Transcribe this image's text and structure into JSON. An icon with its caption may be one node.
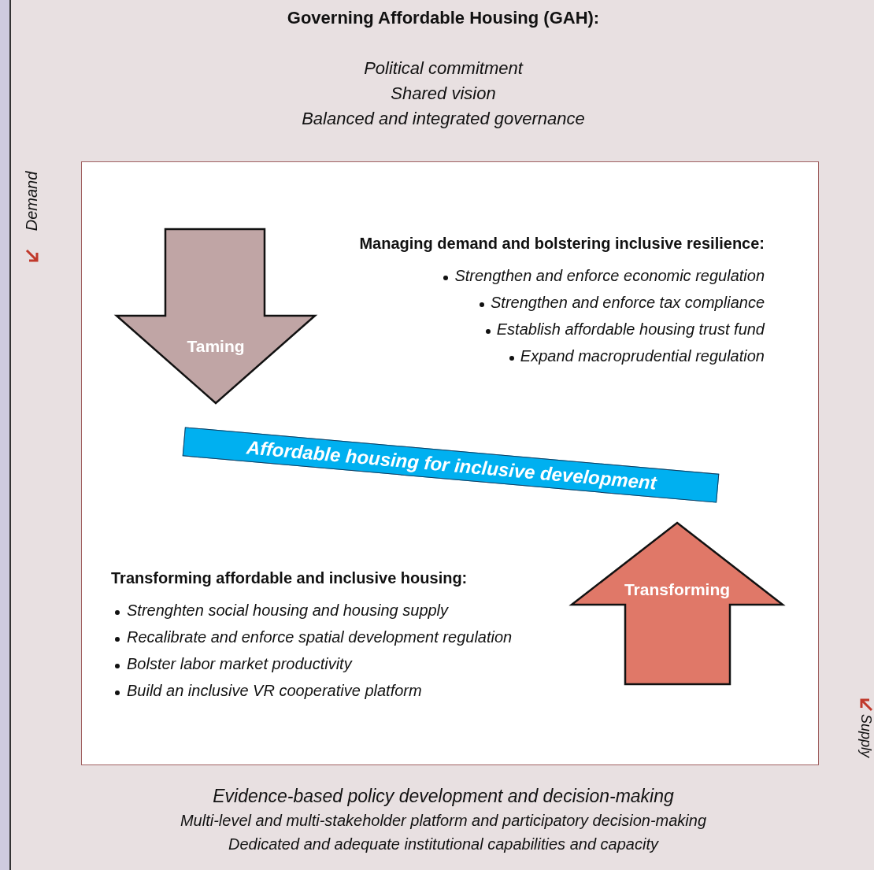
{
  "diagram": {
    "title": "Governing Affordable Housing (GAH):",
    "nodes": [
      {
        "text": [
          "Political commitment",
          "Shared vision",
          "Balanced and integrated governance",
          "Evidence-based policy development and decision-making",
          "Multi-level and multi-stakeholder platform and participatory decision-making",
          "Dedicated and adequate institutional capabilities and capacity"
        ]
      },
      {
        "text": [
          "Managing demand and bolstering inclusive resilience:",
          "Strengthen and enforce economic regulation",
          "Strengthen and enforce tax compliance",
          "Establish affordable housing trust fund",
          "Expand macroprudential regulation",
          "Transforming affordable and inclusive housing:",
          "Strenghten social housing and housing supply",
          "Recalibrate and enforce spatial development regulation",
          "Bolster labor market productivity",
          "Build an inclusive VR cooperative platform"
        ],
        "in": 0
      },
      {
        "text": [
          "Taming"
        ],
        "in": 1
      },
      {
        "text": [
          "Affordable housing for inclusive development"
        ],
        "in": 1
      },
      {
        "text": [
          "Transforming"
        ],
        "in": 1
      }
    ],
    "edges": [],
    "labels": [
      "Demand",
      "Supply"
    ]
  }
}
